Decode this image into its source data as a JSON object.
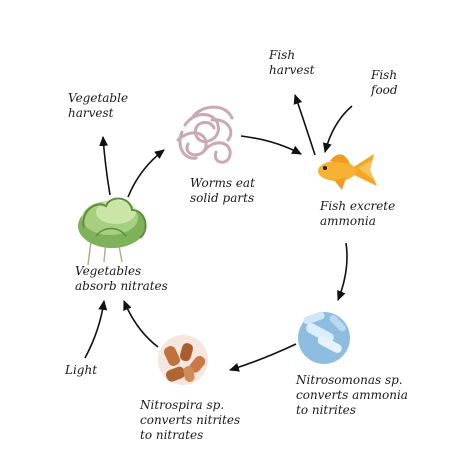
{
  "diagram": {
    "top_cut_text": "",
    "labels": {
      "fish_harvest": "Fish\nharvest",
      "fish_food": "Fish\nfood",
      "vegetable_harvest": "Vegetable\nharvest",
      "worms": "Worms eat\nsolid parts",
      "fish_excrete": "Fish excrete\nammonia",
      "vegetables_absorb": "Vegetables\nabsorb nitrates",
      "light": "Light",
      "nitrosomonas": "Nitrosomonas sp.\nconverts ammonia\nto nitrites",
      "nitrospira": "Nitrospira sp.\nconverts nitrites\nto nitrates"
    },
    "icons": [
      "worms-icon",
      "goldfish-icon",
      "lettuce-icon",
      "nitrosomonas-bacteria-icon",
      "nitrospira-bacteria-icon"
    ]
  }
}
